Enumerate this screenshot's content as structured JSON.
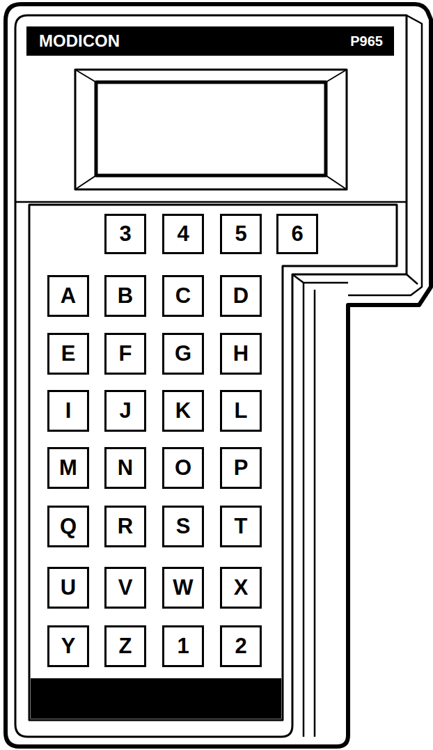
{
  "diagram": {
    "nodes": [
      {
        "text": [
          "MODICON",
          "P965"
        ]
      },
      {
        "text": [
          "3"
        ]
      },
      {
        "text": [
          "4"
        ]
      },
      {
        "text": [
          "5"
        ]
      },
      {
        "text": [
          "6"
        ]
      },
      {
        "text": [
          "A"
        ]
      },
      {
        "text": [
          "B"
        ]
      },
      {
        "text": [
          "C"
        ]
      },
      {
        "text": [
          "D"
        ]
      },
      {
        "text": [
          "E"
        ]
      },
      {
        "text": [
          "F"
        ]
      },
      {
        "text": [
          "G"
        ]
      },
      {
        "text": [
          "H"
        ]
      },
      {
        "text": [
          "I"
        ]
      },
      {
        "text": [
          "J"
        ]
      },
      {
        "text": [
          "K"
        ]
      },
      {
        "text": [
          "L"
        ]
      },
      {
        "text": [
          "M"
        ]
      },
      {
        "text": [
          "N"
        ]
      },
      {
        "text": [
          "O"
        ]
      },
      {
        "text": [
          "P"
        ]
      },
      {
        "text": [
          "Q"
        ]
      },
      {
        "text": [
          "R"
        ]
      },
      {
        "text": [
          "S"
        ]
      },
      {
        "text": [
          "T"
        ]
      },
      {
        "text": [
          "U"
        ]
      },
      {
        "text": [
          "V"
        ]
      },
      {
        "text": [
          "W"
        ]
      },
      {
        "text": [
          "X"
        ]
      },
      {
        "text": [
          "Y"
        ]
      },
      {
        "text": [
          "Z"
        ]
      },
      {
        "text": [
          "1"
        ]
      },
      {
        "text": [
          "2"
        ]
      }
    ]
  }
}
